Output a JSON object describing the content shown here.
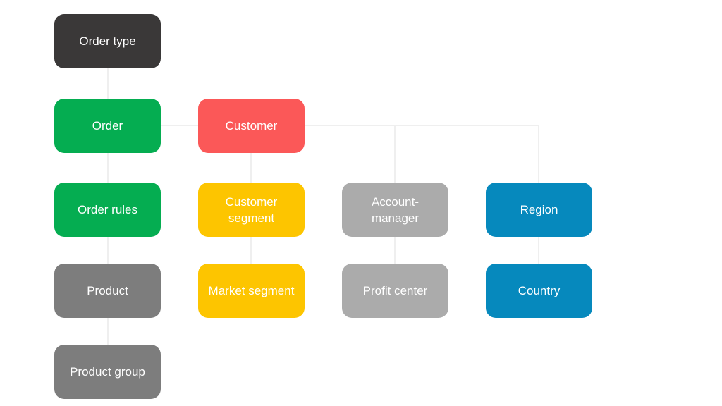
{
  "diagram": {
    "palette": {
      "dark": "#3a3838",
      "green": "#05ad51",
      "red": "#fb5858",
      "yellow": "#fdc500",
      "blue": "#0689bd",
      "grayLight": "#ababab",
      "grayDark": "#7d7d7d",
      "connector": "#efefef",
      "background": "#ffffff",
      "text": "#ffffff"
    },
    "nodes": [
      {
        "id": "order-type",
        "label": "Order type",
        "color": "dark"
      },
      {
        "id": "order",
        "label": "Order",
        "color": "green"
      },
      {
        "id": "customer",
        "label": "Customer",
        "color": "red"
      },
      {
        "id": "order-rules",
        "label": "Order rules",
        "color": "green"
      },
      {
        "id": "customer-segment",
        "label": "Customer\nsegment",
        "color": "yellow"
      },
      {
        "id": "account-manager",
        "label": "Account-\nmanager",
        "color": "grayLight"
      },
      {
        "id": "region",
        "label": "Region",
        "color": "blue"
      },
      {
        "id": "product",
        "label": "Product",
        "color": "grayDark"
      },
      {
        "id": "market-segment",
        "label": "Market segment",
        "color": "yellow"
      },
      {
        "id": "profit-center",
        "label": "Profit center",
        "color": "grayLight"
      },
      {
        "id": "country",
        "label": "Country",
        "color": "blue"
      },
      {
        "id": "product-group",
        "label": "Product group",
        "color": "grayDark"
      }
    ],
    "edges": [
      {
        "from": "order-type",
        "to": "order"
      },
      {
        "from": "order",
        "to": "customer"
      },
      {
        "from": "order",
        "to": "order-rules"
      },
      {
        "from": "customer",
        "to": "customer-segment"
      },
      {
        "from": "customer",
        "to": "account-manager"
      },
      {
        "from": "customer",
        "to": "region"
      },
      {
        "from": "order-rules",
        "to": "product"
      },
      {
        "from": "customer-segment",
        "to": "market-segment"
      },
      {
        "from": "account-manager",
        "to": "profit-center"
      },
      {
        "from": "region",
        "to": "country"
      },
      {
        "from": "product",
        "to": "product-group"
      }
    ]
  }
}
